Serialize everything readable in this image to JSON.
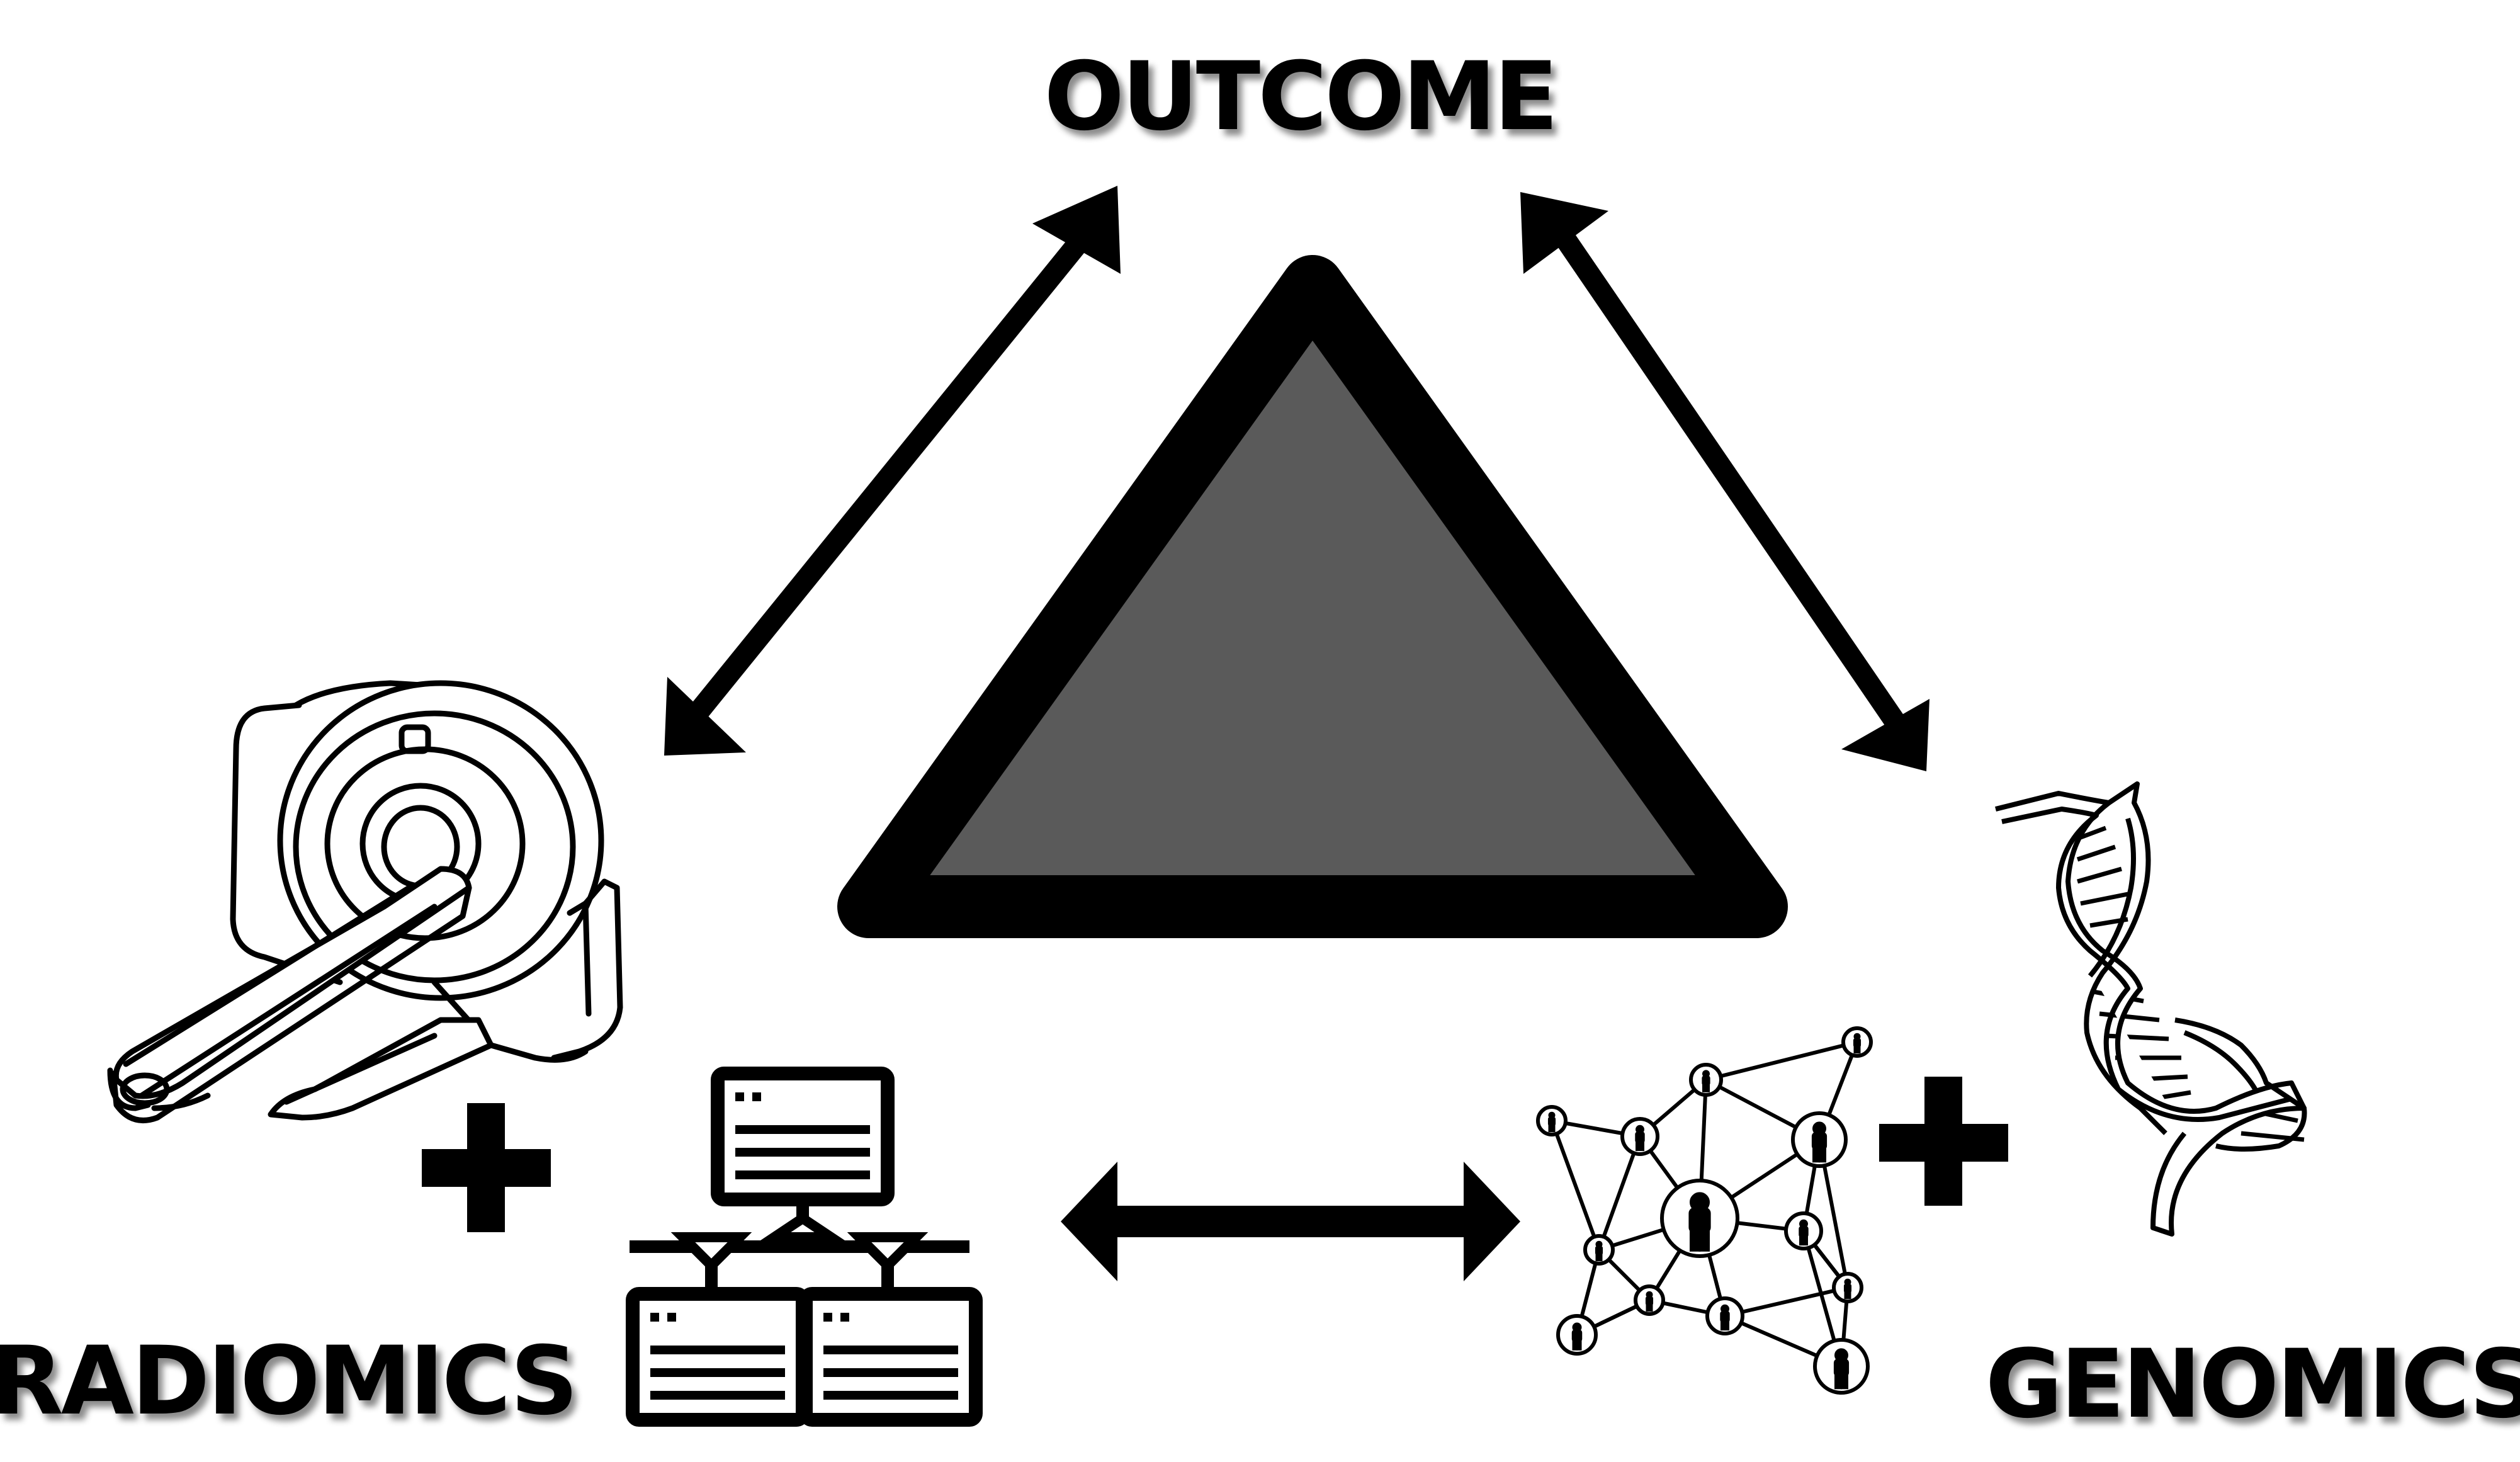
{
  "labels": {
    "outcome": "OUTCOME",
    "radiomics": "RADIOMICS",
    "genomics": "GENOMICS"
  },
  "icons": {
    "center": "triangle-icon",
    "scanner": "ct-scanner-icon",
    "servers": "server-network-icon",
    "network": "people-network-icon",
    "dna": "dna-icon",
    "plus": "plus-icon"
  },
  "colors": {
    "stroke": "#000000",
    "triangle_fill": "#5a5a5a",
    "background": "#ffffff"
  }
}
